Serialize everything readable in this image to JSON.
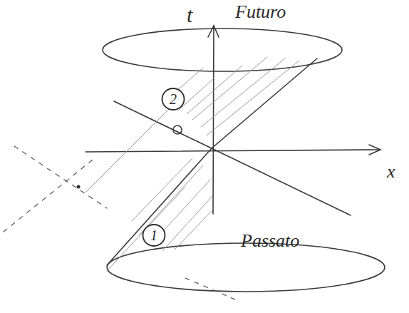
{
  "diagram": {
    "nodes": [
      {
        "text": [
          "2"
        ]
      },
      {
        "text": [
          "1"
        ]
      }
    ],
    "labels": [
      "t",
      "Futuro",
      "x",
      "Passato"
    ]
  }
}
